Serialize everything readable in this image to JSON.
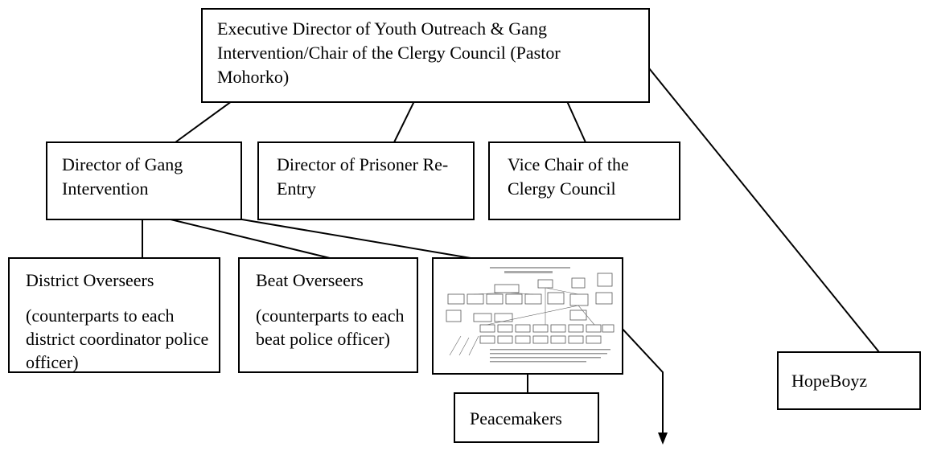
{
  "nodes": {
    "executive_director": {
      "label": "Executive Director of Youth Outreach & Gang Intervention/Chair of the Clergy Council (Pastor Mohorko)"
    },
    "director_gang_intervention": {
      "label": "Director of Gang Intervention"
    },
    "director_prisoner_reentry": {
      "label": "Director of Prisoner Re-Entry"
    },
    "vice_chair_clergy": {
      "label": "Vice Chair of the Clergy Council"
    },
    "district_overseers": {
      "label": "District Overseers",
      "note": "(counterparts to each district coordinator police officer)"
    },
    "beat_overseers": {
      "label": "Beat Overseers",
      "note": "(counterparts to each beat police officer)"
    },
    "embedded_chart": {
      "title": "Leadership Structure of the Clergy Council",
      "subtitle": "Clergy Council"
    },
    "peacemakers": {
      "label": "Peacemakers"
    },
    "hopeboyz": {
      "label": "HopeBoyz"
    }
  },
  "colors": {
    "line": "#000000",
    "box_border": "#000000",
    "background": "#ffffff",
    "thumbnail_ink": "#555555"
  },
  "icons": {
    "arrow_head": "arrow-down-icon"
  }
}
